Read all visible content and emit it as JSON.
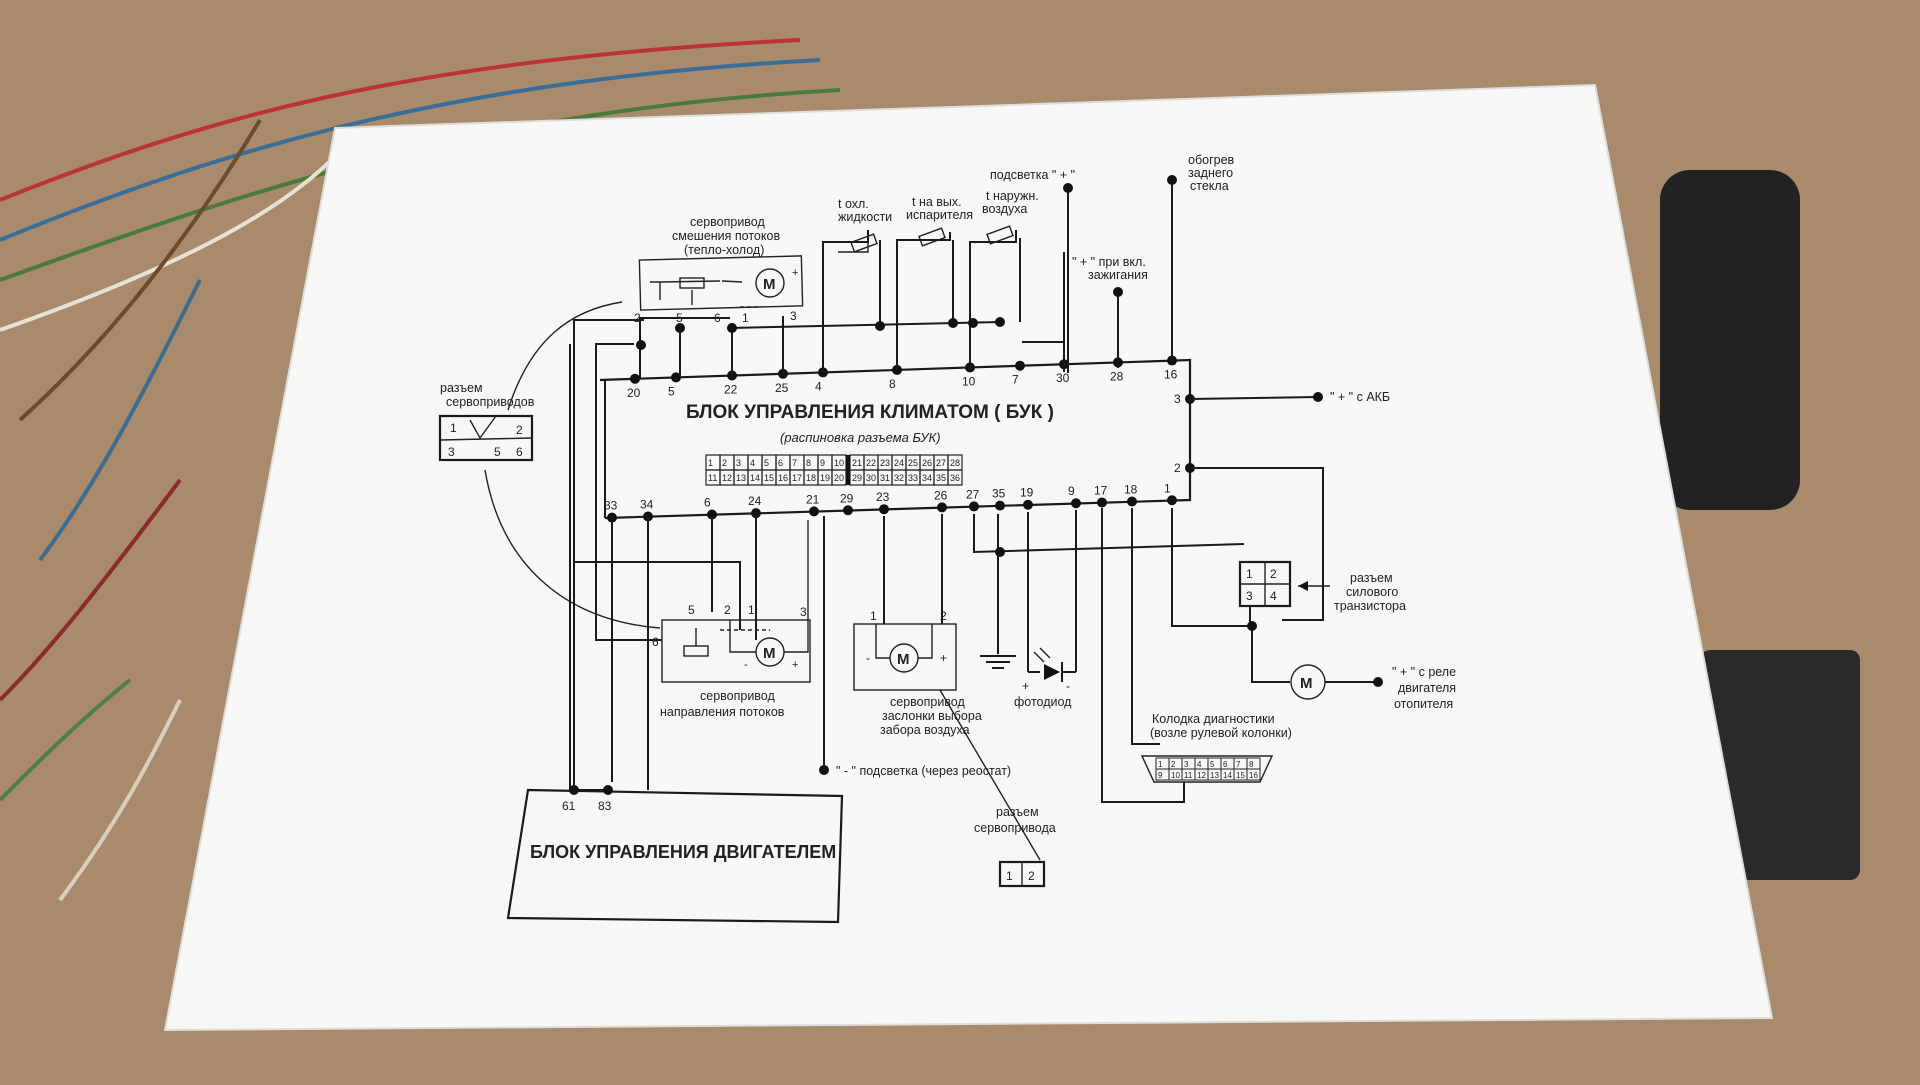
{
  "colors": {
    "table": "#a98a6a",
    "paper": "#f7f7f5",
    "ink": "#1a1a1a"
  },
  "unit": {
    "title": "БЛОК УПРАВЛЕНИЯ КЛИМАТОМ ( БУК )",
    "subtitle": "(распиновка разъема БУК)",
    "top_pins": [
      "20",
      "5",
      "22",
      "25",
      "4",
      "8",
      "10",
      "7",
      "30",
      "28",
      "16"
    ],
    "bottom_pins": [
      "33",
      "34",
      "6",
      "24",
      "21",
      "29",
      "23",
      "26",
      "27",
      "35",
      "19",
      "9",
      "17",
      "18",
      "1"
    ],
    "right_pins": [
      "3",
      "2"
    ]
  },
  "connector_grid": {
    "row1": [
      "1",
      "2",
      "3",
      "4",
      "5",
      "6",
      "7",
      "8",
      "9",
      "10",
      "21",
      "22",
      "23",
      "24",
      "25",
      "26",
      "27",
      "28"
    ],
    "row2": [
      "11",
      "12",
      "13",
      "14",
      "15",
      "16",
      "17",
      "18",
      "19",
      "20",
      "29",
      "30",
      "31",
      "32",
      "33",
      "34",
      "35",
      "36"
    ]
  },
  "labels": {
    "servo_mix": [
      "сервопривод",
      "смешения потоков",
      "(тепло-холод)"
    ],
    "t_coolant": [
      "t охл.",
      "жидкости"
    ],
    "t_evap": [
      "t на вых.",
      "испарителя"
    ],
    "t_outside": [
      "t наружн.",
      "воздуха"
    ],
    "backlight_plus": "подсветка \" + \"",
    "ignition_plus": [
      "\" + \" при вкл.",
      "зажигания"
    ],
    "rear_defrost": [
      "обогрев",
      "заднего",
      "стекла"
    ],
    "battery_plus": "\" + \" с АКБ",
    "servo_connector": [
      "разъем",
      "сервоприводов"
    ],
    "power_transistor": [
      "разъем",
      "силового",
      "транзистора"
    ],
    "heater_relay": [
      "\" + \" с реле",
      "двигателя",
      "отопителя"
    ],
    "servo_direction": [
      "сервопривод",
      "направления потоков"
    ],
    "servo_air_intake": [
      "сервопривод",
      "заслонки выбора",
      "забора воздуха"
    ],
    "photodiode": "фотодиод",
    "diag_block": [
      "Колодка диагностики",
      "(возле рулевой колонки)"
    ],
    "backlight_minus": "\" - \" подсветка (через реостат)",
    "servo_single_connector": [
      "разъем",
      "сервопривода"
    ],
    "engine_ecu": "БЛОК УПРАВЛЕНИЯ ДВИГАТЕЛЕМ",
    "engine_pins": [
      "61",
      "83"
    ],
    "motor_symbol": "M"
  },
  "servo_connector_pins": [
    "1",
    "2",
    "3",
    "5",
    "6"
  ],
  "transistor_pins": [
    "1",
    "2",
    "3",
    "4"
  ],
  "servo_single_pins": [
    "1",
    "2"
  ],
  "servo_mix_pins": [
    "2",
    "5",
    "6",
    "1",
    "3"
  ],
  "servo_dir_pins": [
    "5",
    "2",
    "1",
    "3",
    "6"
  ],
  "servo_air_pins": [
    "1",
    "2"
  ],
  "diag_pins_row1": [
    "1",
    "2",
    "3",
    "4",
    "5",
    "6",
    "7",
    "8"
  ],
  "diag_pins_row2": [
    "9",
    "10",
    "11",
    "12",
    "13",
    "14",
    "15",
    "16"
  ],
  "polarity": {
    "plus": "+",
    "minus": "-"
  }
}
